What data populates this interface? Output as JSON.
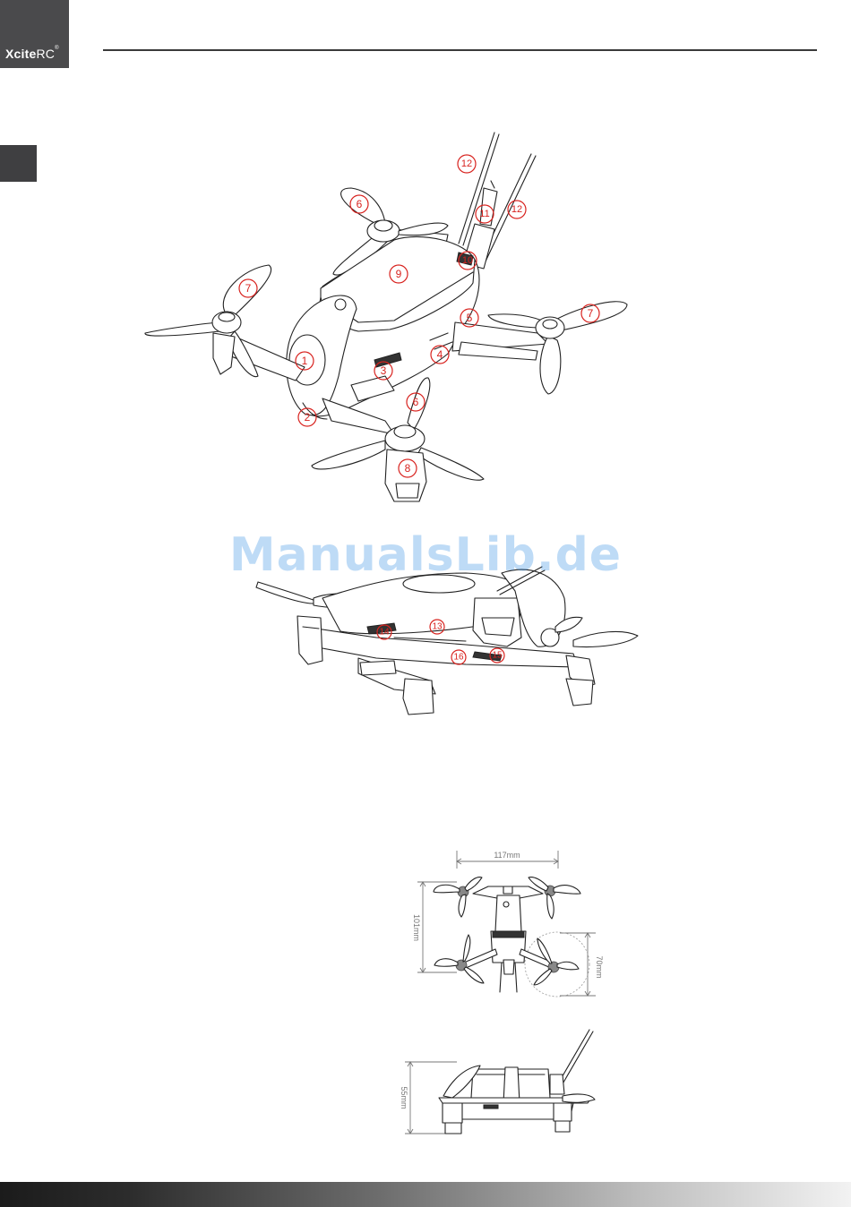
{
  "header": {
    "brand_bold": "Xcite",
    "brand_regular": "RC",
    "brand_mark": "®"
  },
  "figure_top": {
    "callouts": [
      "1",
      "2",
      "3",
      "4",
      "5",
      "6",
      "6",
      "7",
      "7",
      "8",
      "9",
      "10",
      "11",
      "12",
      "12"
    ]
  },
  "figure_side": {
    "callouts": [
      "13",
      "14",
      "15",
      "16"
    ]
  },
  "dimensions": {
    "width": "117mm",
    "length": "101mm",
    "prop_span": "70mm",
    "height": "55mm"
  },
  "watermark": "ManualsLib.de",
  "colors": {
    "callout": "#d8231f",
    "logo_bg": "#4a4a4c",
    "watermark": "#1a7fe0"
  }
}
